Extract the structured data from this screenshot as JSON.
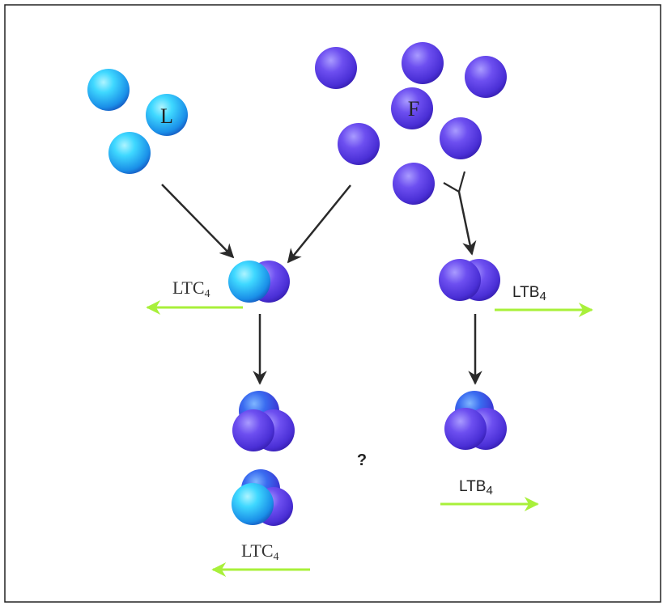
{
  "labels": {
    "l_cell": "L",
    "f_cell": "F",
    "question": "?",
    "ltc4_upper": {
      "main": "LTC",
      "sub": "4"
    },
    "ltc4_lower": {
      "main": "LTC",
      "sub": "4"
    },
    "ltb4_upper": {
      "main": "LTB",
      "sub": "4"
    },
    "ltb4_lower": {
      "main": "LTB",
      "sub": "4"
    }
  },
  "colors": {
    "cyan_cell": "#1fc8ff",
    "purple_cell": "#6a45e8",
    "arrow_black": "#2a2a2a",
    "arrow_green": "#a8f03a",
    "border": "#222222"
  },
  "icons": {
    "cell": "sphere-cell",
    "receptor": "y-receptor-icon"
  }
}
